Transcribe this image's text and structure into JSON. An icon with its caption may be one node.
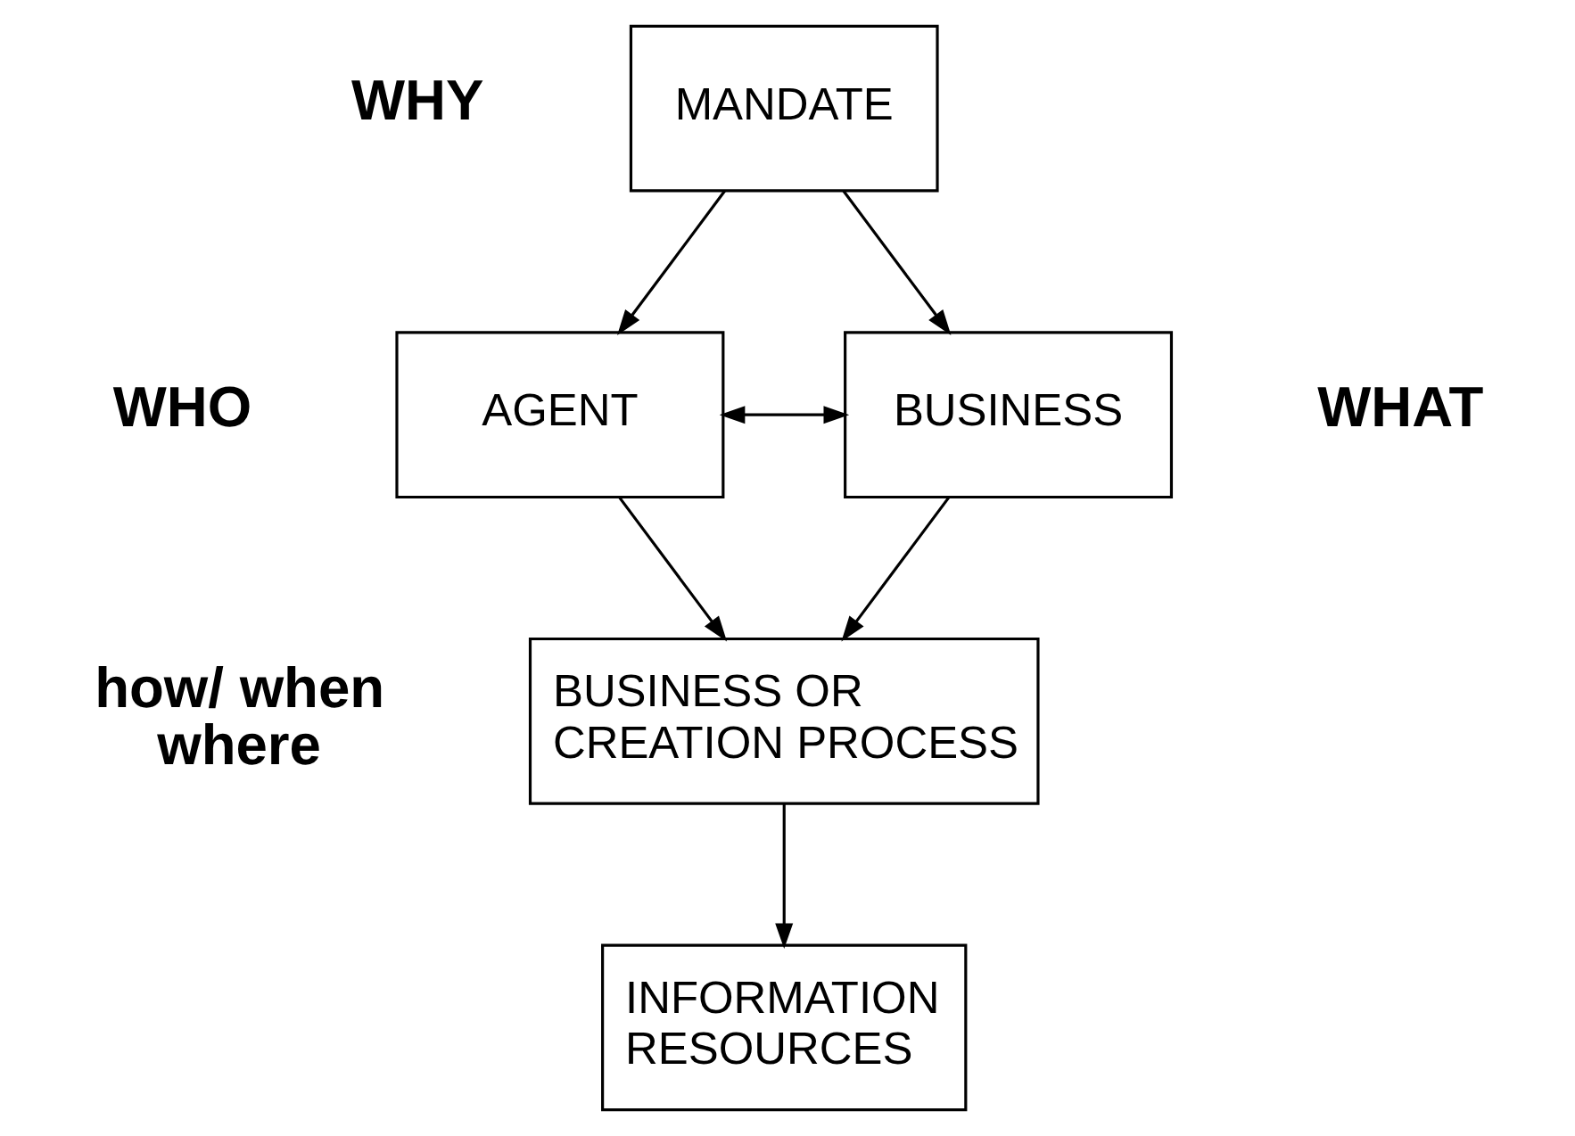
{
  "diagram": {
    "nodes": [
      {
        "text": [
          "MANDATE"
        ],
        "beside": [
          "WHY"
        ]
      },
      {
        "text": [
          "AGENT"
        ],
        "beside": [
          "WHO"
        ]
      },
      {
        "text": [
          "BUSINESS"
        ],
        "beside": [
          "WHAT"
        ]
      },
      {
        "text": [
          "BUSINESS OR CREATION PROCESS"
        ],
        "beside": [
          "how/ when where"
        ]
      },
      {
        "text": [
          "INFORMATION RESOURCES"
        ]
      }
    ],
    "edges": [
      {
        "from": 0,
        "to": 1,
        "arrow": "to"
      },
      {
        "from": 0,
        "to": 2,
        "arrow": "to"
      },
      {
        "from": 1,
        "to": 2,
        "arrow": "both"
      },
      {
        "from": 1,
        "to": 3,
        "arrow": "to"
      },
      {
        "from": 2,
        "to": 3,
        "arrow": "to"
      },
      {
        "from": 3,
        "to": 4,
        "arrow": "to"
      }
    ]
  }
}
